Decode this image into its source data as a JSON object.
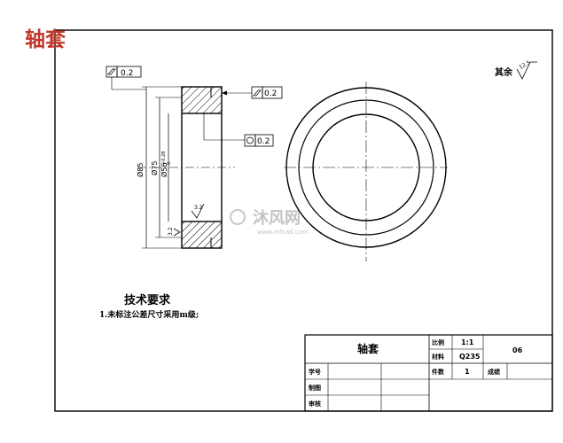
{
  "drawing": {
    "corner_title": "轴套",
    "roughness_note": {
      "label": "其余",
      "value": "12.5"
    },
    "tolerance_frames": [
      {
        "symbol": "cylindricity",
        "value": "0.2"
      },
      {
        "symbol": "cylindricity",
        "value": "0.2"
      },
      {
        "symbol": "circularity",
        "value": "0.2"
      }
    ],
    "dimensions": {
      "outer_dia": "Ø85",
      "mid_dia": "Ø75",
      "bore_dia": "Ø56",
      "bore_tol_upper": "+0.28",
      "bore_tol_lower": "0",
      "roughness_a": "3.2",
      "roughness_b": "3.2"
    },
    "watermark": {
      "brand": "沐风网",
      "url": "www.mfcad.com"
    },
    "technical_requirements": {
      "heading": "技术要求",
      "items": [
        "1.未标注公差尺寸采用m级;"
      ]
    }
  },
  "title_block": {
    "part_name": "轴套",
    "scale_label": "比例",
    "scale_value": "1:1",
    "material_label": "材料",
    "material_value": "Q235",
    "quantity_label": "件数",
    "quantity_value": "1",
    "drawing_number": "06",
    "grade_label": "成绩",
    "drawn_label": "制图",
    "checked_label": "审核",
    "student_label": "学号"
  }
}
